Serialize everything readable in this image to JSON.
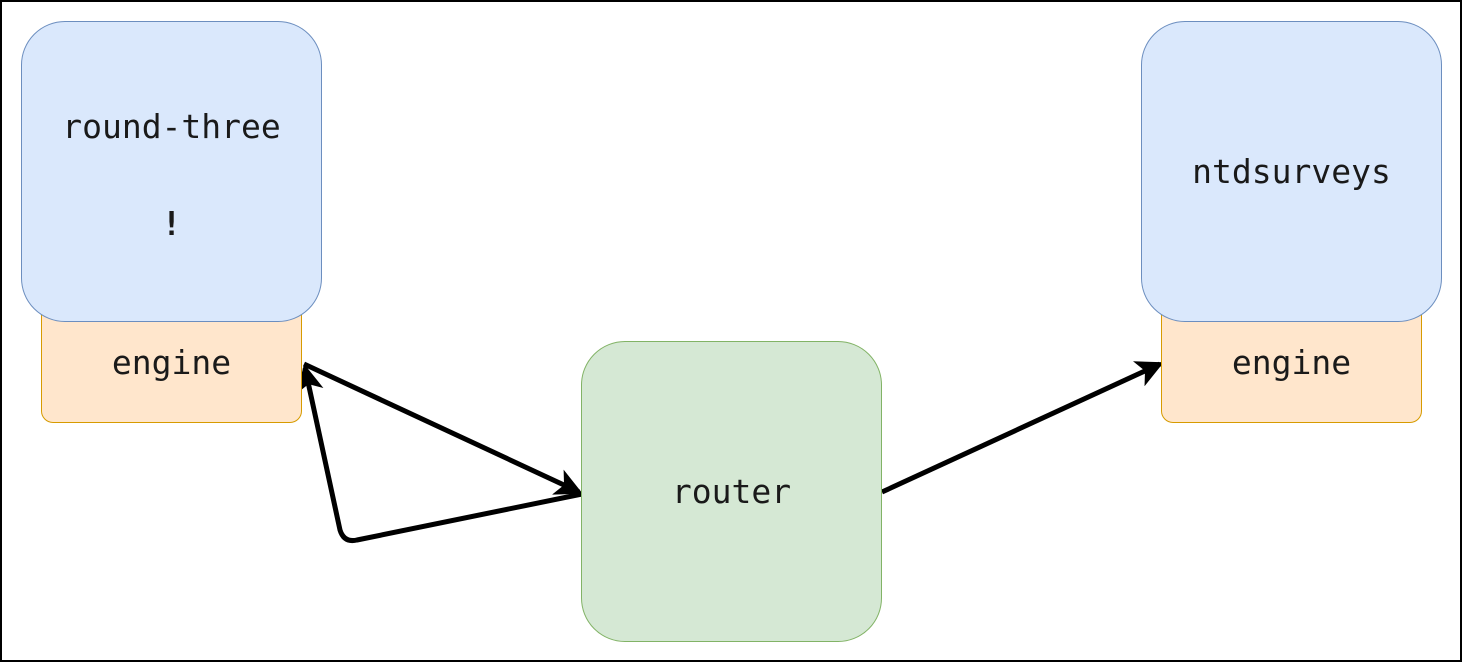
{
  "diagram": {
    "nodes": {
      "left_engine": {
        "label": "engine"
      },
      "left_service": {
        "label": "round-three",
        "warning": "!"
      },
      "right_engine": {
        "label": "engine"
      },
      "right_service": {
        "label": "ntdsurveys"
      },
      "router": {
        "label": "router"
      }
    },
    "edges": [
      {
        "from": "left_engine",
        "to": "router"
      },
      {
        "from": "router",
        "to": "left_engine"
      },
      {
        "from": "router",
        "to": "right_engine"
      }
    ],
    "colors": {
      "service_fill": "#dae8fc",
      "service_stroke": "#6c8ebf",
      "engine_fill": "#ffe6cc",
      "engine_stroke": "#d79b00",
      "router_fill": "#d5e8d4",
      "router_stroke": "#82b366",
      "edge": "#000000"
    }
  }
}
